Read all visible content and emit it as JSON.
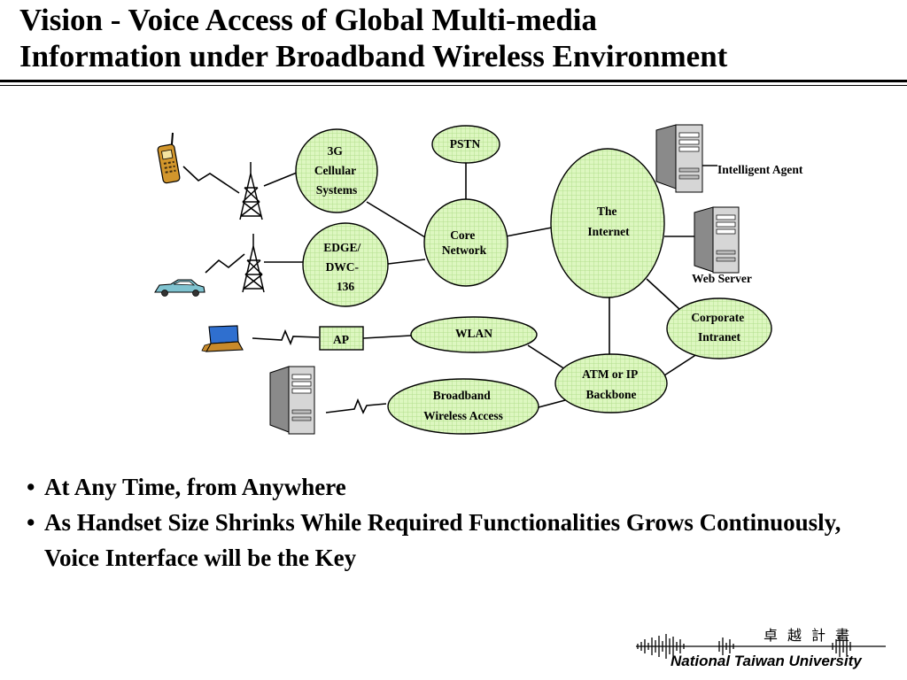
{
  "title": {
    "line1": "Vision - Voice Access of Global Multi-media",
    "line2": "Information under Broadband Wireless Environment"
  },
  "diagram": {
    "nodes": {
      "cellular3g": [
        "3G",
        "Cellular",
        "Systems"
      ],
      "edge": [
        "EDGE/",
        "DWC-",
        "136"
      ],
      "pstn": [
        "PSTN"
      ],
      "core": [
        "Core",
        "Network"
      ],
      "internet": [
        "The",
        "Internet"
      ],
      "wlan": [
        "WLAN"
      ],
      "ap": [
        "AP"
      ],
      "bwa": [
        "Broadband",
        "Wireless Access"
      ],
      "atm": [
        "ATM or IP",
        "Backbone"
      ],
      "corporate": [
        "Corporate",
        "Intranet"
      ]
    },
    "labels": {
      "intelligent_agent": "Intelligent Agent",
      "web_server": "Web Server"
    },
    "colors": {
      "node_fill": "#ddf7c0",
      "node_pattern": "#b4df8e",
      "mobile_phone": "#d2962c",
      "car": "#7fc3d0",
      "laptop_screen": "#2f6fcf",
      "laptop_body": "#c88a2a"
    }
  },
  "bullets": [
    "At Any Time, from Anywhere",
    "As Handset Size Shrinks While Required Functionalities Grows Continuously, Voice Interface will be the Key"
  ],
  "footer": {
    "chinese": "卓越計畫",
    "university": "National Taiwan University"
  }
}
